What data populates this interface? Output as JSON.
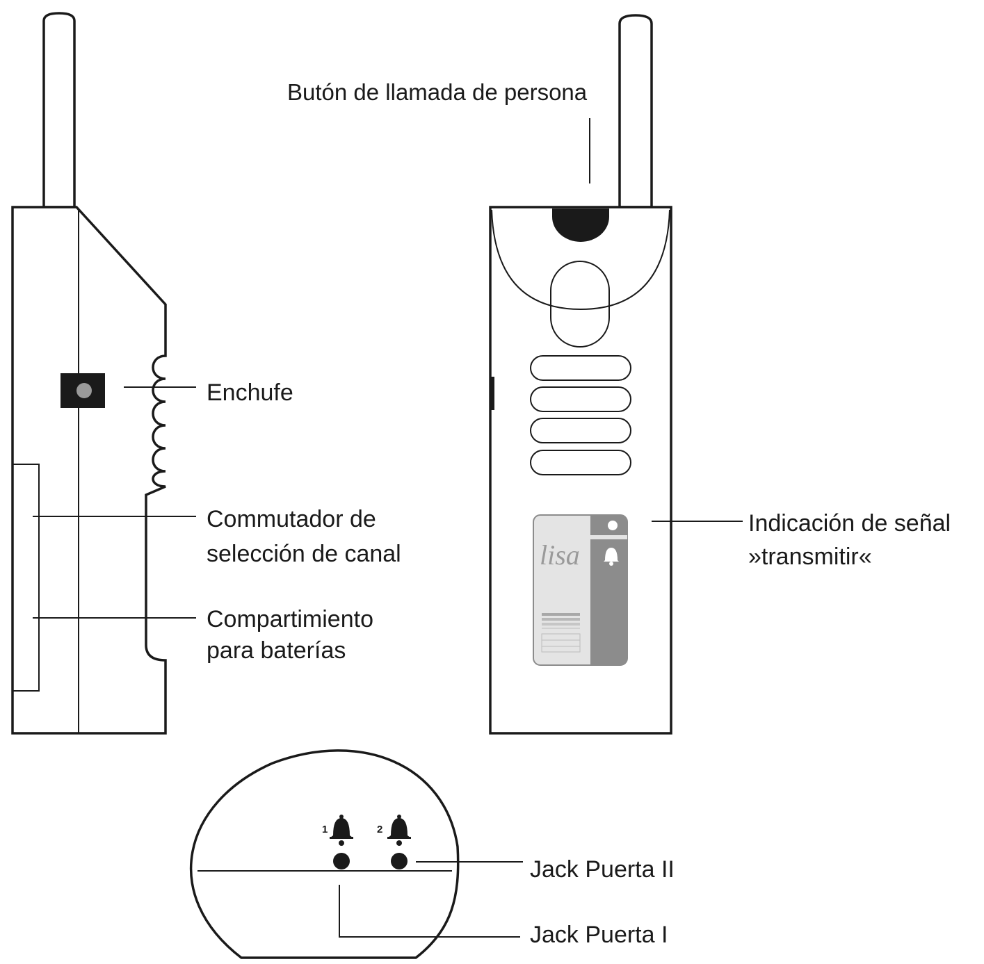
{
  "labels": {
    "call_button": "Butón de llamada de persona",
    "socket": "Enchufe",
    "channel_switch_line1": "Commutador de",
    "channel_switch_line2": "selección de canal",
    "battery_line1": "Compartimiento",
    "battery_line2": "para baterías",
    "signal_line1": "Indicación de señal",
    "signal_line2": "»transmitir«",
    "jack_door_2": "Jack Puerta II",
    "jack_door_1": "Jack Puerta I"
  },
  "device": {
    "brand": "lisa",
    "bell_1_number": "1",
    "bell_2_number": "2"
  },
  "colors": {
    "line": "#1a1a1a",
    "panel_light": "#e4e4e4",
    "panel_dark": "#8c8c8c"
  },
  "icons": {
    "bell": "bell-icon",
    "dot": "dot-icon"
  }
}
